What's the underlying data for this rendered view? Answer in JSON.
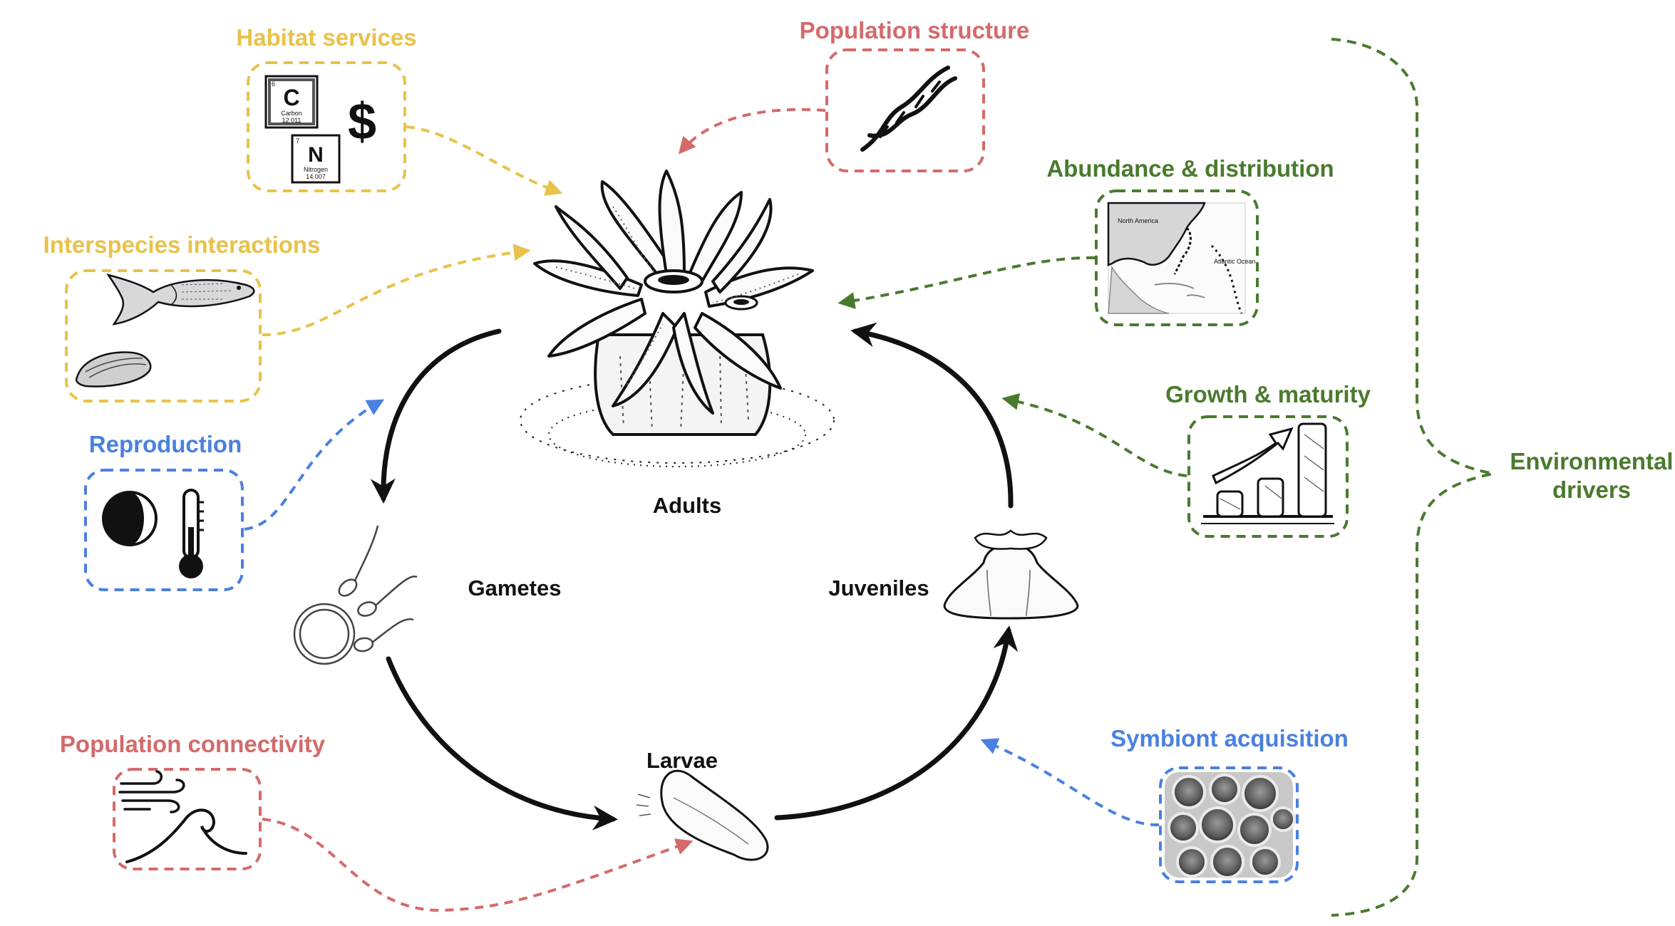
{
  "colors": {
    "yellow": "#e8c24a",
    "red": "#d46a6a",
    "green": "#4a7a2e",
    "blue": "#4a80e0",
    "black": "#111111"
  },
  "stages": {
    "adults": "Adults",
    "gametes": "Gametes",
    "juveniles": "Juveniles",
    "larvae": "Larvae"
  },
  "categories": {
    "habitat_services": {
      "label": "Habitat services",
      "color": "yellow",
      "elements": [
        {
          "number": "6",
          "symbol": "C",
          "name": "Carbon",
          "mass": "12.011"
        },
        {
          "number": "7",
          "symbol": "N",
          "name": "Nitrogen",
          "mass": "14.007"
        }
      ],
      "currency": "$"
    },
    "interspecies_interactions": {
      "label": "Interspecies interactions",
      "color": "yellow",
      "icons": [
        "fish-icon",
        "oyster-icon"
      ]
    },
    "reproduction": {
      "label": "Reproduction",
      "color": "blue",
      "icons": [
        "moon-phase-icon",
        "thermometer-icon"
      ]
    },
    "population_connectivity": {
      "label": "Population connectivity",
      "color": "red",
      "icons": [
        "wind-icon",
        "wave-icon"
      ]
    },
    "population_structure": {
      "label": "Population structure",
      "color": "red",
      "icons": [
        "dna-icon"
      ]
    },
    "abundance_distribution": {
      "label": "Abundance & distribution",
      "color": "green",
      "map_labels": {
        "north_america": "North America",
        "atlantic": "Atlantic Ocean"
      }
    },
    "growth_maturity": {
      "label": "Growth & maturity",
      "color": "green",
      "icons": [
        "growth-bar-chart-icon"
      ]
    },
    "symbiont_acquisition": {
      "label": "Symbiont acquisition",
      "color": "blue",
      "icons": [
        "symbiont-cells-micrograph"
      ]
    }
  },
  "environmental_drivers": {
    "line1": "Environmental",
    "line2": "drivers",
    "color": "green"
  }
}
